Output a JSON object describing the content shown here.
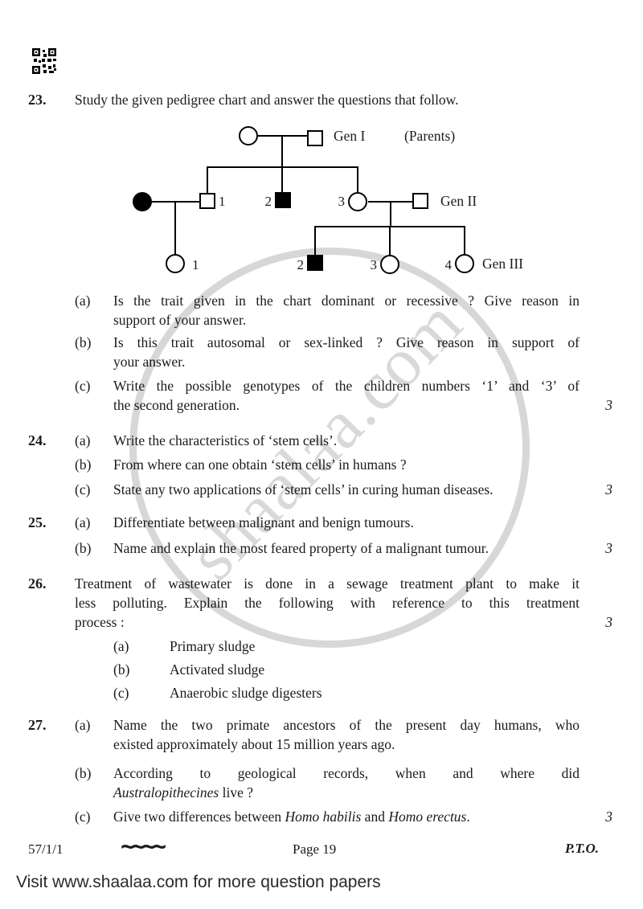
{
  "questions": [
    {
      "number": "23.",
      "intro_lines": [
        "Study the given pedigree chart and answer the questions that follow."
      ],
      "parts": [
        {
          "label": "(a)",
          "lines": [
            "Is the trait given in the chart dominant or recessive ? Give reason in",
            "support of your answer."
          ]
        },
        {
          "label": "(b)",
          "lines": [
            "Is this trait autosomal or sex-linked ? Give reason in support of",
            "your answer."
          ]
        },
        {
          "label": "(c)",
          "lines": [
            "Write the possible genotypes of the children numbers ‘1’ and ‘3’ of",
            "the second generation."
          ],
          "marks": "3"
        }
      ]
    },
    {
      "number": "24.",
      "parts": [
        {
          "label": "(a)",
          "lines": [
            "Write the characteristics of ‘stem cells’."
          ]
        },
        {
          "label": "(b)",
          "lines": [
            "From where can one obtain ‘stem cells’ in humans ?"
          ]
        },
        {
          "label": "(c)",
          "lines": [
            "State any two applications of ‘stem cells’ in curing human diseases."
          ],
          "marks": "3"
        }
      ]
    },
    {
      "number": "25.",
      "parts": [
        {
          "label": "(a)",
          "lines": [
            "Differentiate between malignant and benign tumours."
          ]
        },
        {
          "label": "(b)",
          "lines": [
            "Name and explain the most feared property of a malignant tumour."
          ],
          "marks": "3"
        }
      ]
    },
    {
      "number": "26.",
      "intro_lines": [
        "Treatment of wastewater is done in a sewage treatment plant to make it",
        "less polluting. Explain the following with reference to this treatment",
        "process :"
      ],
      "marks": "3",
      "parts": [
        {
          "label": "(a)",
          "lines": [
            "Primary sludge"
          ]
        },
        {
          "label": "(b)",
          "lines": [
            "Activated sludge"
          ]
        },
        {
          "label": "(c)",
          "lines": [
            "Anaerobic sludge digesters"
          ]
        }
      ]
    },
    {
      "number": "27.",
      "parts": [
        {
          "label": "(a)",
          "lines": [
            "Name the two primate ancestors of the present day humans, who",
            "existed approximately about 15 million years ago."
          ]
        },
        {
          "label": "(b)",
          "lines": [
            "According to geological records, when and where did"
          ],
          "line2": [
            {
              "t": "Australopithecines",
              "i": true
            },
            {
              "t": " live ?",
              "i": false
            }
          ]
        },
        {
          "label": "(c)",
          "segments": [
            {
              "t": "Give two differences between ",
              "i": false
            },
            {
              "t": "Homo habilis",
              "i": true
            },
            {
              "t": " and ",
              "i": false
            },
            {
              "t": "Homo erectus",
              "i": true
            },
            {
              "t": ".",
              "i": false
            }
          ],
          "marks": "3"
        }
      ]
    }
  ],
  "chart": {
    "labels": {
      "gen1": "Gen I",
      "parents": "(Parents)",
      "gen2": "Gen II",
      "gen3": "Gen III"
    },
    "gen2_numbers": {
      "n1": "1",
      "n2": "2",
      "n3": "3"
    },
    "gen3_numbers": {
      "n1": "1",
      "n2": "2",
      "n3": "3",
      "n4": "4"
    }
  },
  "pedigree": {
    "gen1": [
      {
        "symbol": "circle",
        "filled": false
      },
      {
        "symbol": "square",
        "filled": false
      }
    ],
    "gen2": [
      {
        "symbol": "circle",
        "filled": true,
        "role": "spouse of 1"
      },
      {
        "id": "1",
        "symbol": "square",
        "filled": false
      },
      {
        "id": "2",
        "symbol": "square",
        "filled": true
      },
      {
        "id": "3",
        "symbol": "circle",
        "filled": false
      },
      {
        "symbol": "square",
        "filled": false,
        "role": "spouse of 3"
      }
    ],
    "gen3": [
      {
        "id": "1",
        "symbol": "circle",
        "filled": false
      },
      {
        "id": "2",
        "symbol": "square",
        "filled": true
      },
      {
        "id": "3",
        "symbol": "circle",
        "filled": false
      },
      {
        "id": "4",
        "symbol": "circle",
        "filled": false
      }
    ]
  },
  "watermark": {
    "text": "shaalaa.com",
    "ring_color": "#d7d7d7",
    "text_color": "#d9d9d9"
  },
  "footer": {
    "paper_code": "57/1/1",
    "squiggle": "~~~~",
    "page_label": "Page 19",
    "pto": "P.T.O."
  },
  "banner": {
    "text": "Visit www.shaalaa.com for more question papers"
  }
}
